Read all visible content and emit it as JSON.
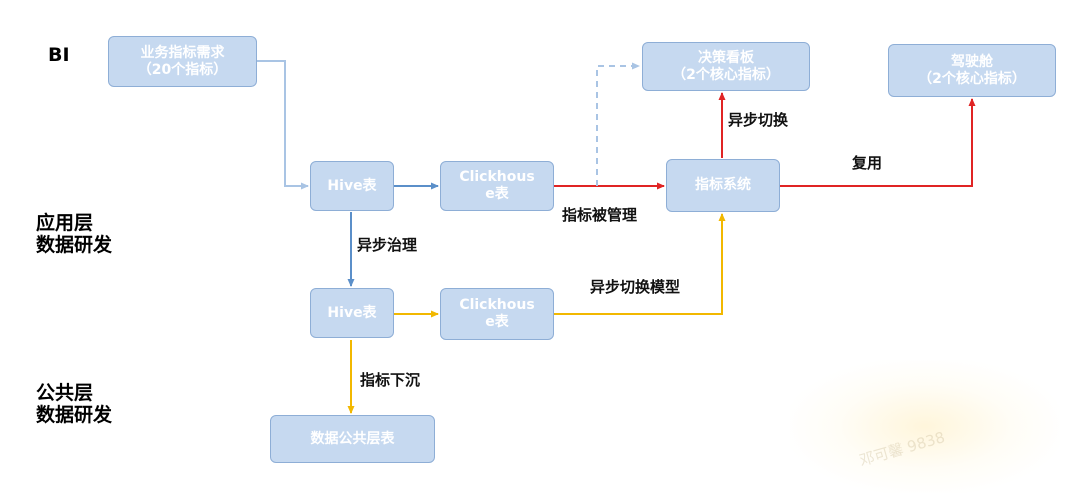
{
  "layers": {
    "bi": "BI",
    "app": [
      "应用层",
      "数据研发"
    ],
    "common": [
      "公共层",
      "数据研发"
    ]
  },
  "nodes": {
    "biz_req": [
      "业务指标需求",
      "（20个指标）"
    ],
    "decision_board": [
      "决策看板",
      "（2个核心指标）"
    ],
    "cockpit": [
      "驾驶舱",
      "（2个核心指标）"
    ],
    "hive_app": [
      "Hive表"
    ],
    "ck_app": [
      "Clickhous",
      "e表"
    ],
    "metric_system": [
      "指标系统"
    ],
    "hive_common": [
      "Hive表"
    ],
    "ck_common": [
      "Clickhous",
      "e表"
    ],
    "common_table": [
      "数据公共层表"
    ]
  },
  "edge_labels": {
    "async_switch": "异步切换",
    "reuse": "复用",
    "metric_managed": "指标被管理",
    "async_governance": "异步治理",
    "async_switch_model": "异步切换模型",
    "metric_sink": "指标下沉"
  },
  "colors": {
    "node_fill": "#c6d9f0",
    "node_border": "#8eaed6",
    "edge_light_blue": "#a9c4e4",
    "edge_blue": "#5b8fc9",
    "edge_red": "#e02424",
    "edge_yellow": "#f2b800"
  },
  "watermark": "邓可馨 9838"
}
